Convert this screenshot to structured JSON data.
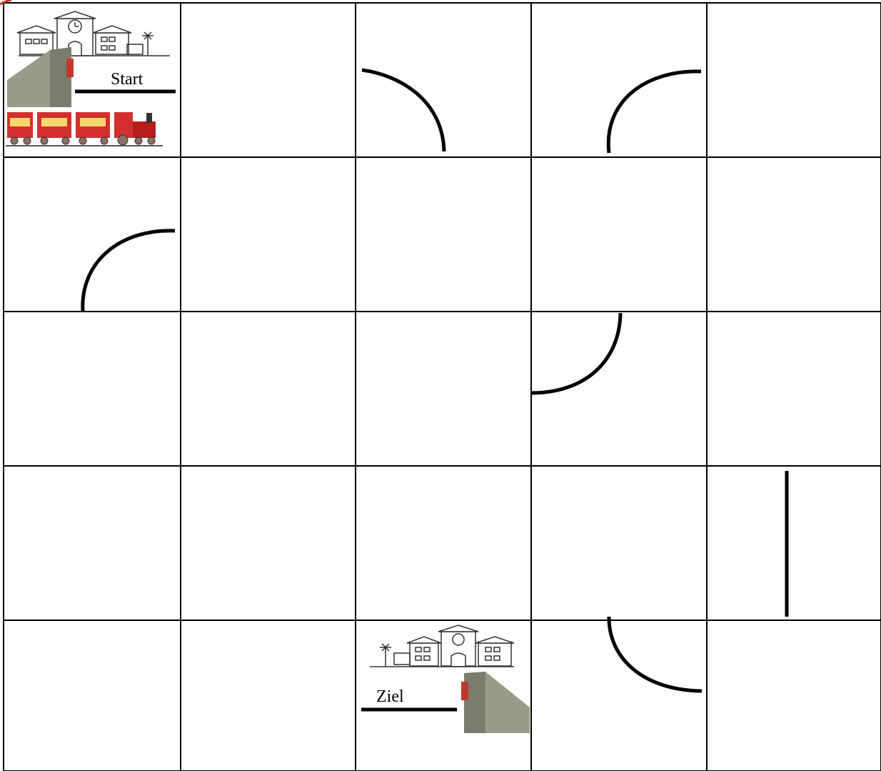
{
  "board": {
    "rows": 5,
    "cols": 5,
    "track_color": "#000000",
    "grid_color": "#000000"
  },
  "labels": {
    "start": "Start",
    "goal": "Ziel"
  },
  "track_pieces": [
    {
      "row": 0,
      "col": 0,
      "piece": "straight-horizontal-short"
    },
    {
      "row": 0,
      "col": 2,
      "piece": "curve-west-south"
    },
    {
      "row": 0,
      "col": 3,
      "piece": "curve-east-south"
    },
    {
      "row": 1,
      "col": 0,
      "piece": "curve-east-south"
    },
    {
      "row": 2,
      "col": 3,
      "piece": "curve-north-west"
    },
    {
      "row": 3,
      "col": 4,
      "piece": "straight-vertical"
    },
    {
      "row": 4,
      "col": 2,
      "piece": "straight-horizontal-short"
    },
    {
      "row": 4,
      "col": 3,
      "piece": "curve-north-east"
    }
  ],
  "pictures": {
    "start": [
      "station-building-icon",
      "buffer-stop-icon",
      "train-icon",
      "signal-icon"
    ],
    "goal": [
      "station-building-icon",
      "buffer-stop-icon",
      "signal-icon"
    ]
  }
}
